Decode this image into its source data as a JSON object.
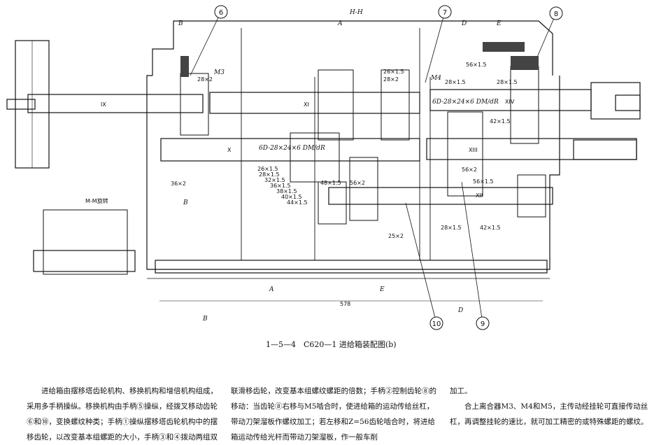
{
  "section_title": "H-H",
  "mm_section_title": "M-M旋转",
  "caption": "1—5—4　C620—1 进给箱装配图(b)",
  "callouts": [
    "6",
    "7",
    "8",
    "10",
    "9"
  ],
  "section_marks": [
    "B",
    "A",
    "D",
    "E",
    "B",
    "A",
    "E",
    "D",
    "B"
  ],
  "shaft_labels": [
    "IX",
    "XI",
    "XIV",
    "X",
    "XIII",
    "XII"
  ],
  "dimension_label": "578",
  "gear_labels": [
    "28×2",
    "M3",
    "26×1.5",
    "28×2",
    "M4",
    "56×1.5",
    "28×1.5",
    "28×1.5",
    "42×1.5",
    "26×1.5",
    "28×1.5",
    "32×1.5",
    "36×1.5",
    "38×1.5",
    "40×1.5",
    "44×1.5",
    "48×1.5",
    "56×2",
    "36×2",
    "56×1.5",
    "28×1.5",
    "42×1.5",
    "25×2",
    "56×2"
  ],
  "formula_labels": [
    "6D-28×24×6 DM/dR",
    "6D-28×24×6 DM/dR"
  ],
  "body_text": {
    "col1": "进给箱由摆移塔齿轮机构、移换机构和增倍机构组成，采用多手柄操纵。移换机构由手柄⑤操纵，经拨叉移动齿轮⑥和⑩，变换螺纹种类；手柄①操纵摆移塔齿轮机构中的摆移齿轮，以改变基本组螺距的大小，手柄③和④拨动两组双",
    "col2": "联滑移齿轮，改变基本组螺纹螺距的倍数；手柄②控制齿轮⑧的移动：当齿轮⑧右移与M5啮合时，使进给箱的运动传给丝杠，带动刀架溜板作螺纹加工；若左移和Z=56齿轮啮合时，将进给箱运动传给光杆而带动刀架溜板，作一般车削",
    "col3a": "加工。",
    "col3b": "合上离合器M3、M4和M5，主传动经挂轮可直接传动丝杠，再调整挂轮的速比，就可加工精密的或特殊螺距的螺纹。"
  }
}
